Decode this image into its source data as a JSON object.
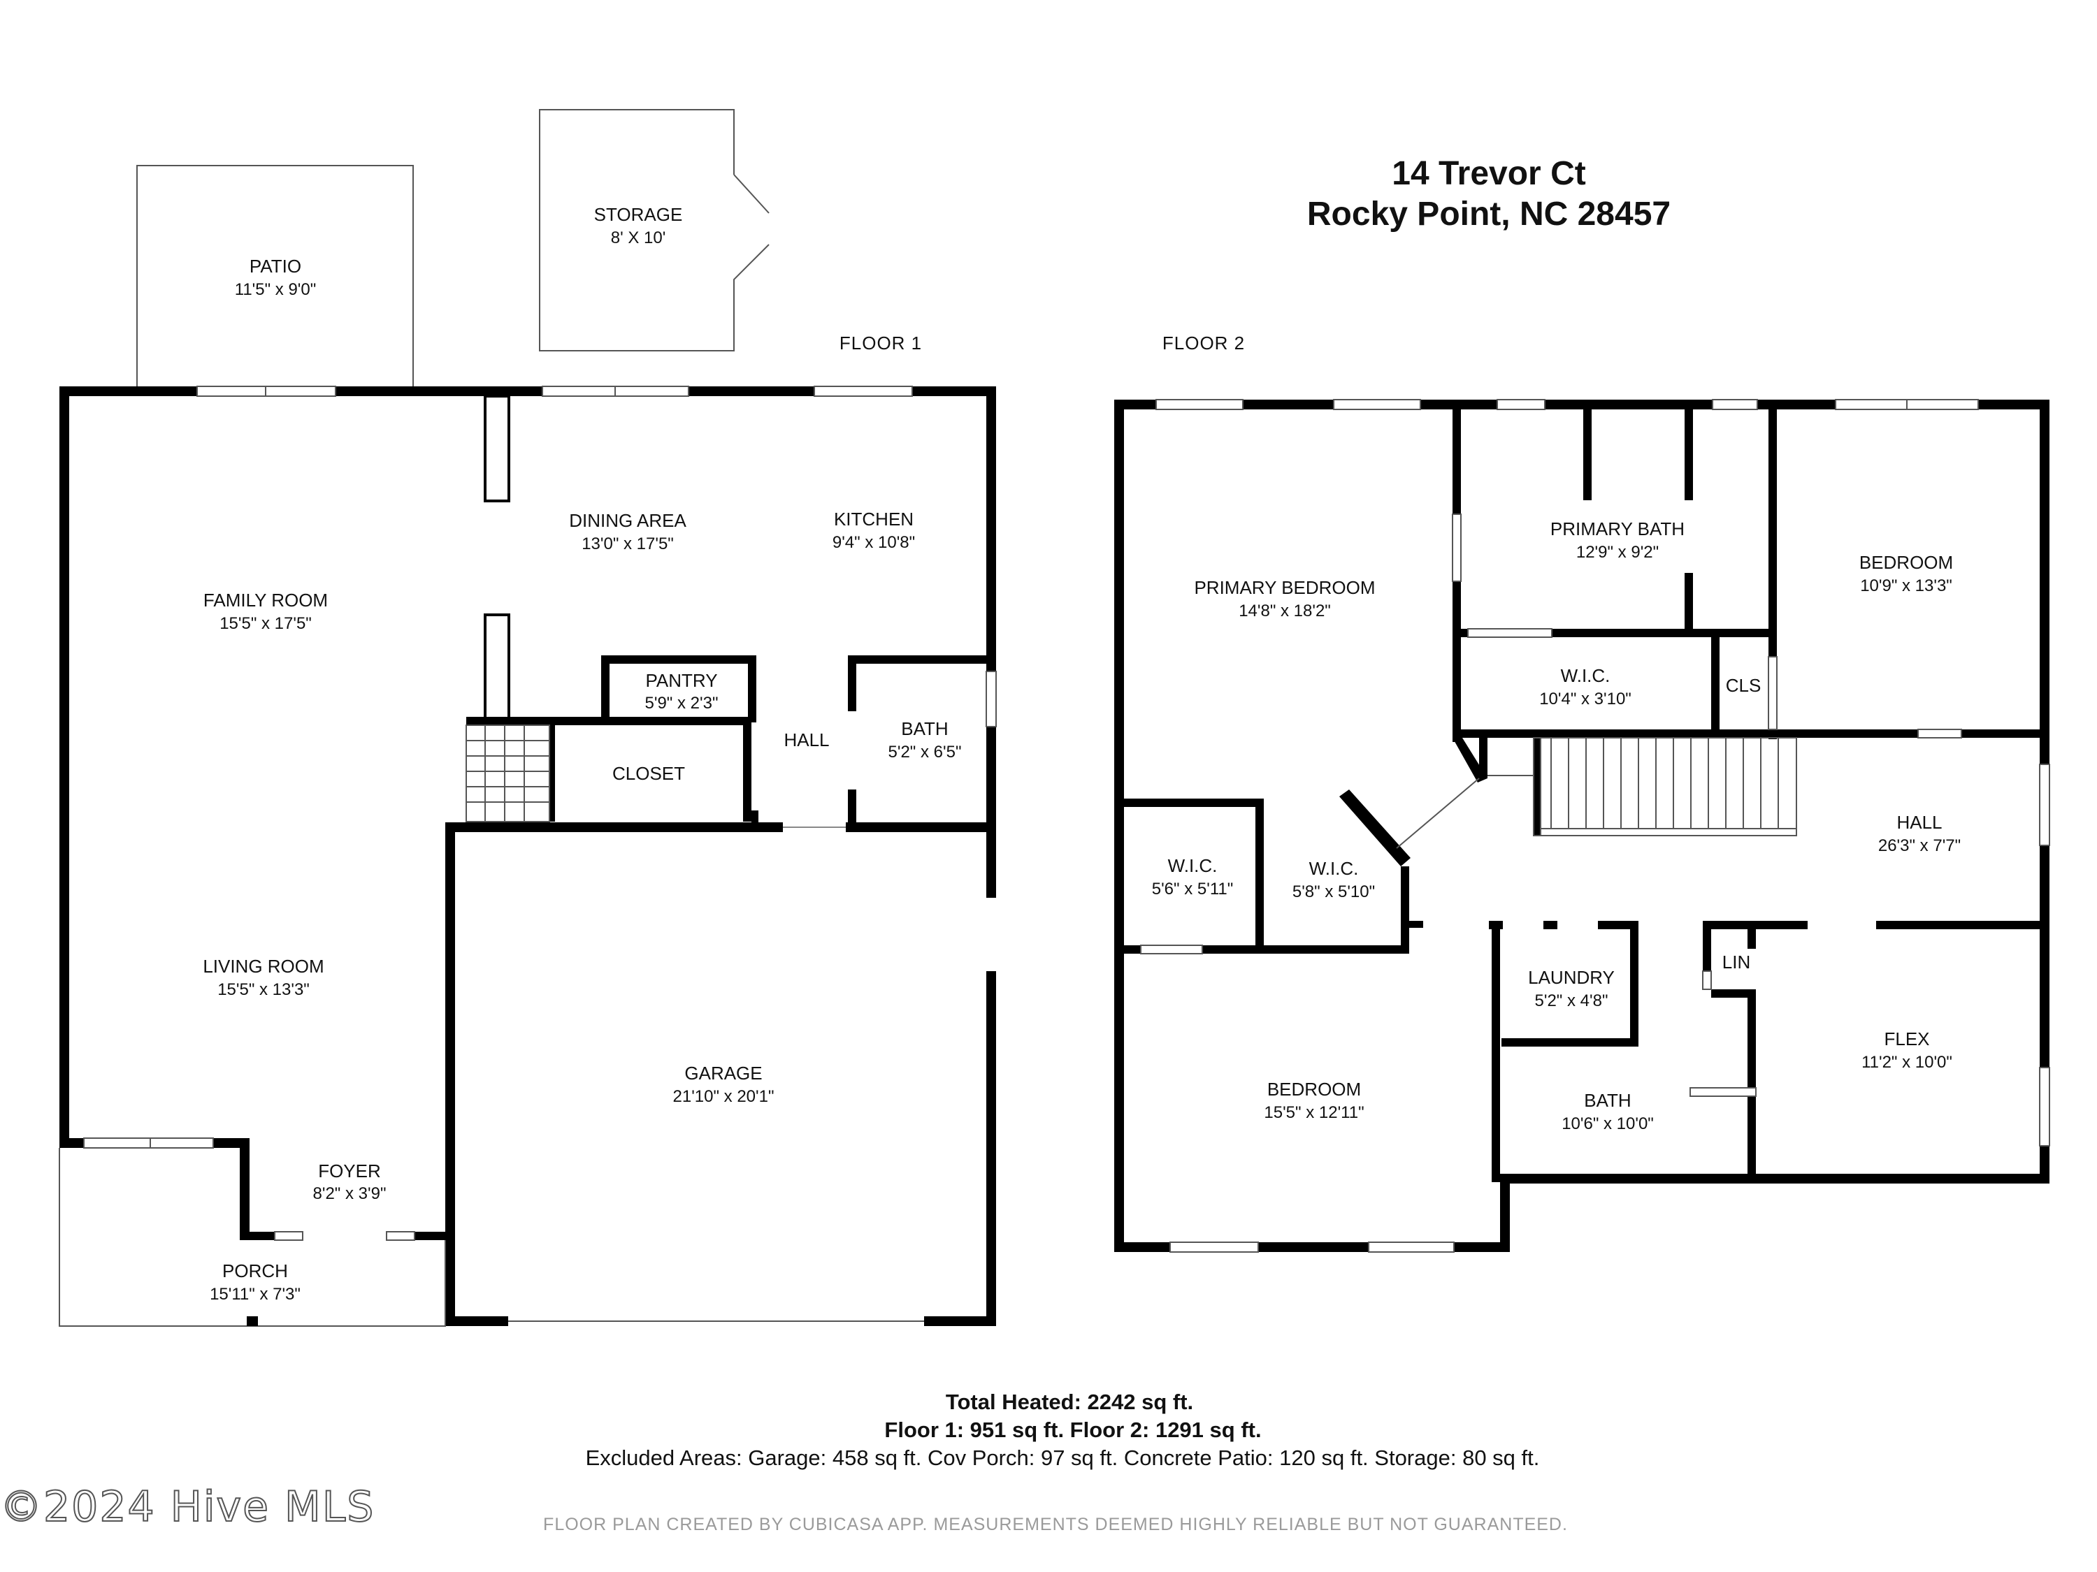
{
  "address": {
    "line1": "14 Trevor Ct",
    "line2": "Rocky Point, NC 28457"
  },
  "floors": {
    "floor1": {
      "label": "FLOOR 1"
    },
    "floor2": {
      "label": "FLOOR 2"
    }
  },
  "rooms_floor1": {
    "patio": {
      "name": "PATIO",
      "dim": "11'5\" x 9'0\""
    },
    "storage": {
      "name": "STORAGE",
      "dim": "8' X 10'"
    },
    "dining": {
      "name": "DINING AREA",
      "dim": "13'0\" x 17'5\""
    },
    "kitchen": {
      "name": "KITCHEN",
      "dim": "9'4\" x 10'8\""
    },
    "family": {
      "name": "FAMILY ROOM",
      "dim": "15'5\" x 17'5\""
    },
    "pantry": {
      "name": "PANTRY",
      "dim": "5'9\" x 2'3\""
    },
    "hall": {
      "name": "HALL"
    },
    "bath": {
      "name": "BATH",
      "dim": "5'2\" x 6'5\""
    },
    "closet": {
      "name": "CLOSET"
    },
    "living": {
      "name": "LIVING ROOM",
      "dim": "15'5\" x 13'3\""
    },
    "garage": {
      "name": "GARAGE",
      "dim": "21'10\" x 20'1\""
    },
    "foyer": {
      "name": "FOYER",
      "dim": "8'2\" x 3'9\""
    },
    "porch": {
      "name": "PORCH",
      "dim": "15'11\" x 7'3\""
    }
  },
  "rooms_floor2": {
    "primary_bedroom": {
      "name": "PRIMARY BEDROOM",
      "dim": "14'8\" x 18'2\""
    },
    "primary_bath": {
      "name": "PRIMARY BATH",
      "dim": "12'9\" x 9'2\""
    },
    "bedroom_ne": {
      "name": "BEDROOM",
      "dim": "10'9\" x 13'3\""
    },
    "wic_top": {
      "name": "W.I.C.",
      "dim": "10'4\" x 3'10\""
    },
    "cls": {
      "name": "CLS"
    },
    "hall": {
      "name": "HALL",
      "dim": "26'3\" x 7'7\""
    },
    "wic_left": {
      "name": "W.I.C.",
      "dim": "5'6\" x 5'11\""
    },
    "wic_mid": {
      "name": "W.I.C.",
      "dim": "5'8\" x 5'10\""
    },
    "laundry": {
      "name": "LAUNDRY",
      "dim": "5'2\" x 4'8\""
    },
    "lin": {
      "name": "LIN"
    },
    "flex": {
      "name": "FLEX",
      "dim": "11'2\" x 10'0\""
    },
    "bedroom_sw": {
      "name": "BEDROOM",
      "dim": "15'5\" x 12'11\""
    },
    "bath": {
      "name": "BATH",
      "dim": "10'6\" x 10'0\""
    }
  },
  "totals": {
    "heated": "Total Heated: 2242  sq ft.",
    "floors": "Floor 1: 951 sq ft. Floor 2: 1291 sq ft.",
    "excluded": "Excluded Areas: Garage: 458 sq ft. Cov Porch: 97 sq ft. Concrete Patio: 120 sq ft. Storage: 80 sq ft."
  },
  "disclaimer": "FLOOR PLAN CREATED BY CUBICASA APP. MEASUREMENTS DEEMED HIGHLY RELIABLE BUT NOT GUARANTEED.",
  "watermark": "©2024 Hive MLS",
  "colors": {
    "wall": "#000000",
    "thin_line": "#555555",
    "disclaimer": "#9a9a9a"
  }
}
